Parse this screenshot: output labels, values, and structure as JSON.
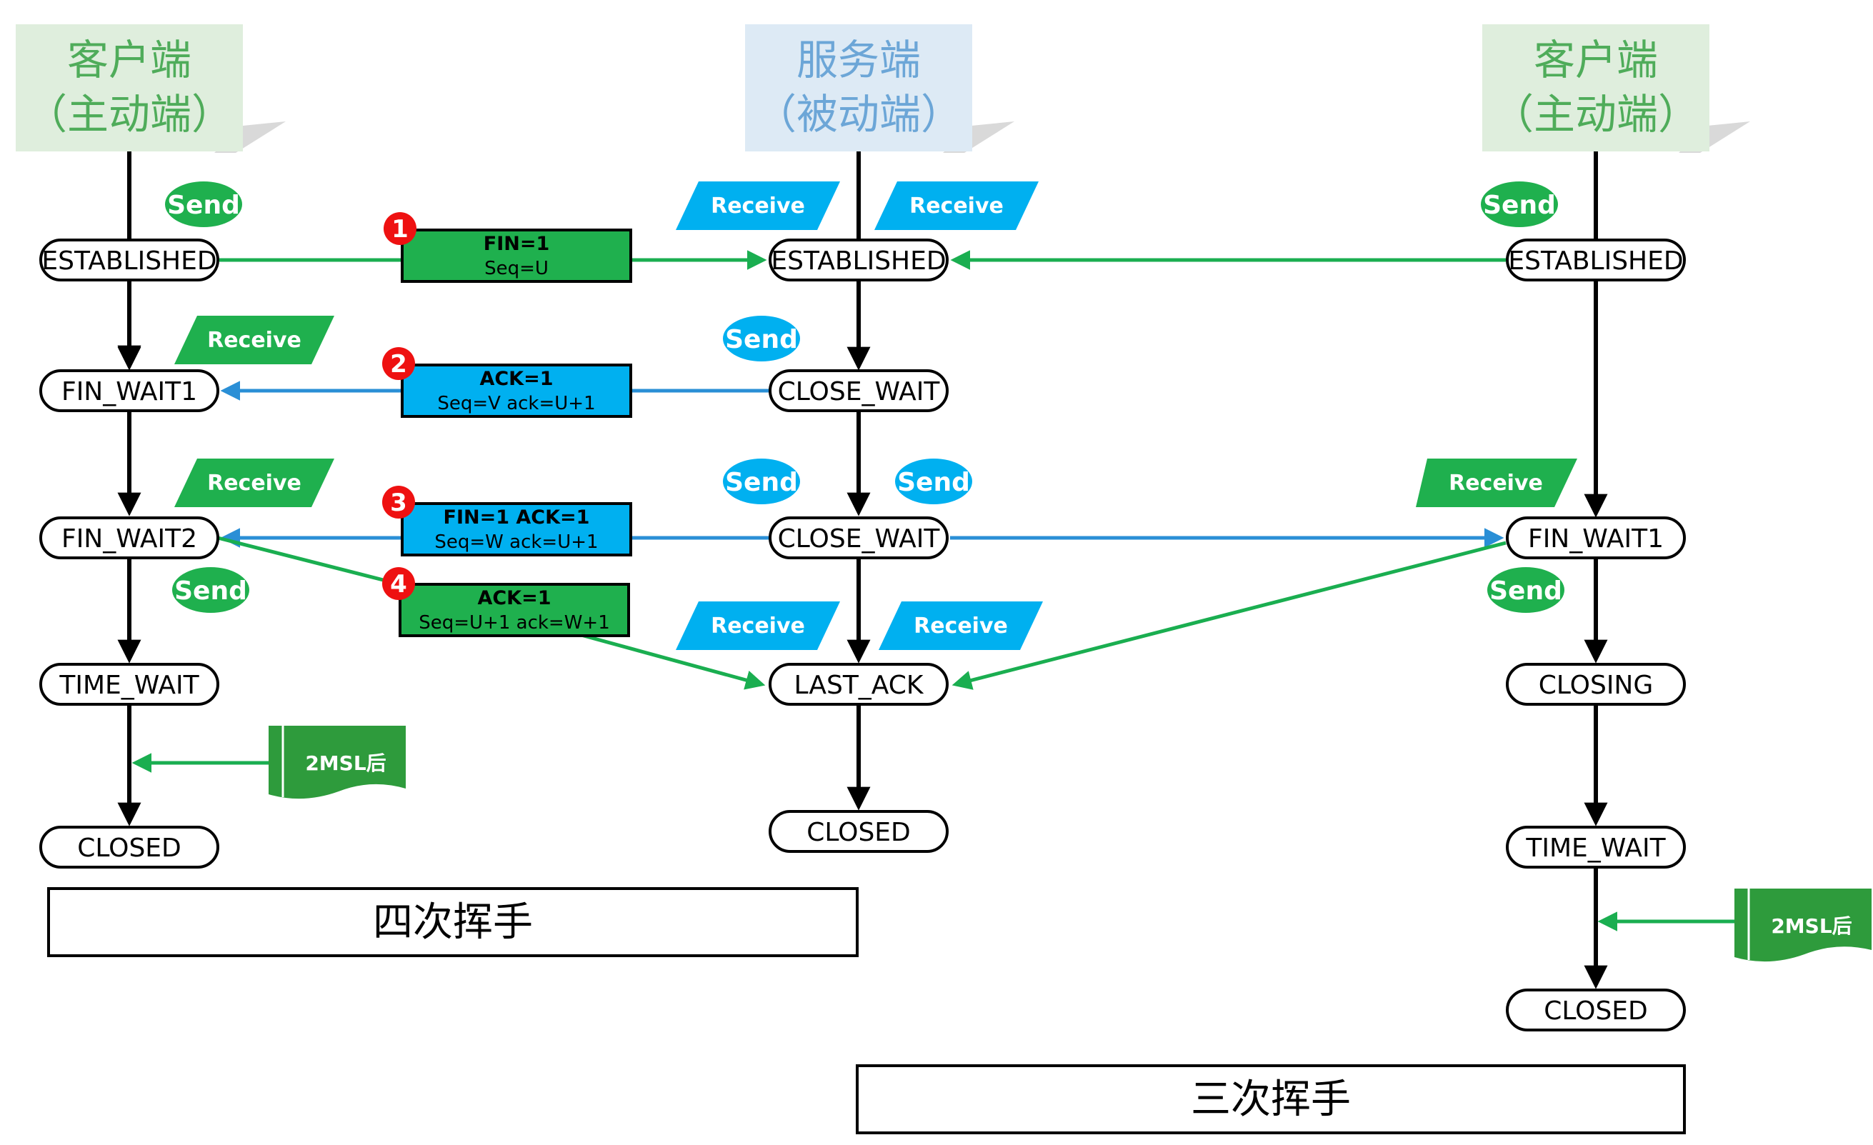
{
  "colors": {
    "green": "#1aae50",
    "green_fill": "#1fb04e",
    "blue": "#2a8fd6",
    "cyan_fill": "#00b0f0",
    "black": "#000000",
    "client_head_bg": "#dfeedd",
    "client_head_text": "#4fac5a",
    "server_head_bg": "#ddeaf5",
    "server_head_text": "#6ca6d7",
    "marker_red": "#ee1111",
    "note_green": "#2e9b3c"
  },
  "columns": {
    "client_left": {
      "title": "客户端",
      "subtitle": "（主动端）"
    },
    "server": {
      "title": "服务端",
      "subtitle": "（被动端）"
    },
    "client_right": {
      "title": "客户端",
      "subtitle": "（主动端）"
    }
  },
  "states": {
    "left": [
      "ESTABLISHED",
      "FIN_WAIT1",
      "FIN_WAIT2",
      "TIME_WAIT",
      "CLOSED"
    ],
    "server": [
      "ESTABLISHED",
      "CLOSE_WAIT",
      "CLOSE_WAIT",
      "LAST_ACK",
      "CLOSED"
    ],
    "right": [
      "ESTABLISHED",
      "FIN_WAIT1",
      "CLOSING",
      "TIME_WAIT",
      "CLOSED"
    ]
  },
  "tags": {
    "send": "Send",
    "receive": "Receive"
  },
  "messages": [
    {
      "num": "1",
      "line1": "FIN=1",
      "line2": "Seq=U"
    },
    {
      "num": "2",
      "line1": "ACK=1",
      "line2": "Seq=V ack=U+1"
    },
    {
      "num": "3",
      "line1": "FIN=1 ACK=1",
      "line2": "Seq=W ack=U+1"
    },
    {
      "num": "4",
      "line1": "ACK=1",
      "line2": "Seq=U+1 ack=W+1"
    }
  ],
  "notes": {
    "left_wait": "2MSL后",
    "right_wait": "2MSL后"
  },
  "captions": {
    "four_way": "四次挥手",
    "three_way": "三次挥手"
  }
}
